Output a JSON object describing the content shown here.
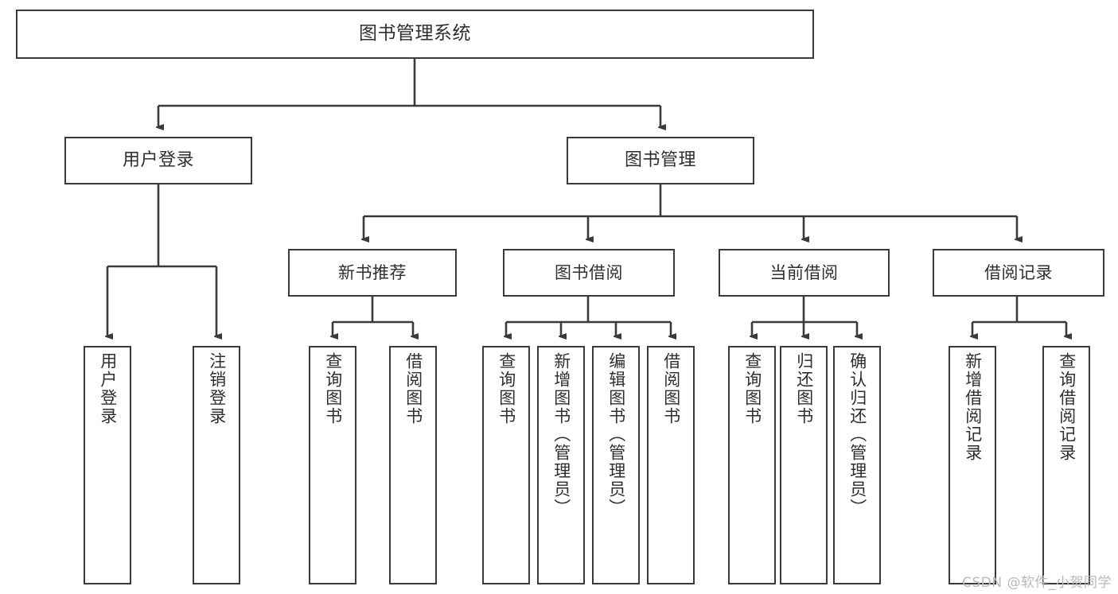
{
  "diagram": {
    "title": "图书管理系统",
    "watermark": "CSDN @软件_小贺同学",
    "colors": {
      "stroke": "#3a3a3a",
      "text": "#2f2f2f",
      "background": "#ffffff",
      "watermark": "#b9b9b9"
    },
    "nodes": {
      "root": {
        "label": "图书管理系统"
      },
      "level2": [
        {
          "label": "用户登录"
        },
        {
          "label": "图书管理"
        }
      ],
      "level3": [
        {
          "label": "新书推荐"
        },
        {
          "label": "图书借阅"
        },
        {
          "label": "当前借阅"
        },
        {
          "label": "借阅记录"
        }
      ],
      "leaves": {
        "user_login": [
          {
            "label": "用户登录"
          },
          {
            "label": "注销登录"
          }
        ],
        "new_book_recommend": [
          {
            "label": "查询图书"
          },
          {
            "label": "借阅图书"
          }
        ],
        "book_borrow": [
          {
            "label": "查询图书"
          },
          {
            "label": "新增图书（管理员）"
          },
          {
            "label": "编辑图书（管理员）"
          },
          {
            "label": "借阅图书"
          }
        ],
        "current_borrow": [
          {
            "label": "查询图书"
          },
          {
            "label": "归还图书"
          },
          {
            "label": "确认归还（管理员）"
          }
        ],
        "borrow_record": [
          {
            "label": "新增借阅记录"
          },
          {
            "label": "查询借阅记录"
          }
        ]
      }
    }
  }
}
